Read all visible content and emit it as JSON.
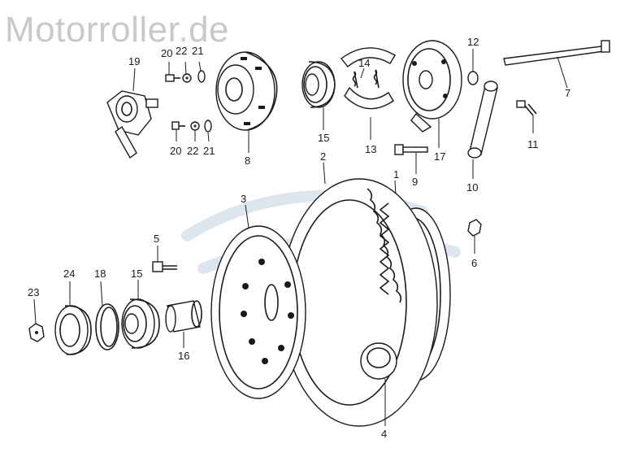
{
  "watermark": "Motorroller.de",
  "callouts": {
    "n1": "1",
    "n2": "2",
    "n3": "3",
    "n4": "4",
    "n5": "5",
    "n6": "6",
    "n7": "7",
    "n8": "8",
    "n9": "9",
    "n10": "10",
    "n11": "11",
    "n12": "12",
    "n13": "13",
    "n14": "14",
    "n15a": "15",
    "n15b": "15",
    "n16": "16",
    "n17": "17",
    "n18": "18",
    "n19": "19",
    "n20a": "20",
    "n20b": "20",
    "n21a": "21",
    "n21b": "21",
    "n22a": "22",
    "n22b": "22",
    "n23": "23",
    "n24": "24"
  }
}
